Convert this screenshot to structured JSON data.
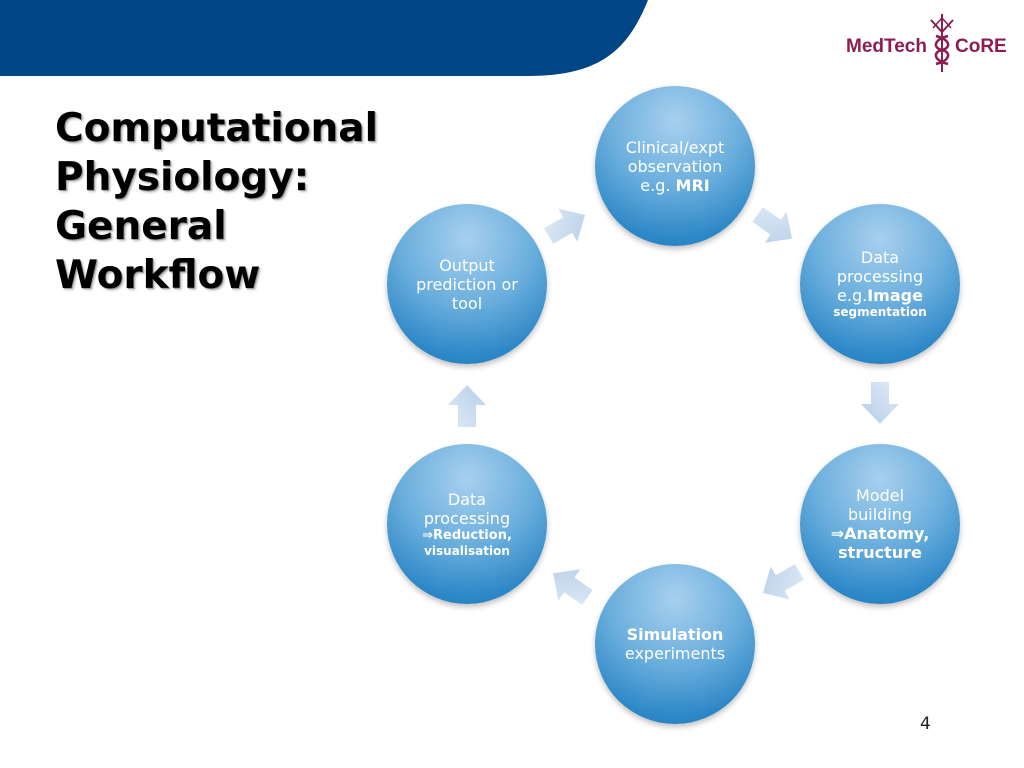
{
  "slide": {
    "title_lines": [
      "Computational",
      "Physiology:",
      "General",
      "Workflow"
    ],
    "page_number": "4"
  },
  "logo": {
    "text_left": "MedTech",
    "text_right": "CoRE"
  },
  "colors": {
    "banner": "#004684",
    "node_light": "#a8d0ee",
    "node_dark": "#1e78b8",
    "arrow": "#c7dcf0",
    "logo": "#8c1d52"
  },
  "nodes": {
    "clinical": {
      "l1": "Clinical/expt",
      "l2": "observation",
      "l3a": "e.g. ",
      "l3b": "MRI"
    },
    "data_processing": {
      "l1": "Data",
      "l2": "processing",
      "l3a": "e.g.",
      "l3b": "Image",
      "l4": "segmentation"
    },
    "model_building": {
      "l1": "Model",
      "l2": "building",
      "l3": "⇒Anatomy,",
      "l4": "structure"
    },
    "simulation": {
      "l1": "Simulation",
      "l2": "experiments"
    },
    "data_reduction": {
      "l1": "Data",
      "l2": "processing",
      "l3": "⇒Reduction,",
      "l4": "visualisation"
    },
    "output": {
      "l1": "Output",
      "l2": "prediction or",
      "l3": "tool"
    }
  }
}
